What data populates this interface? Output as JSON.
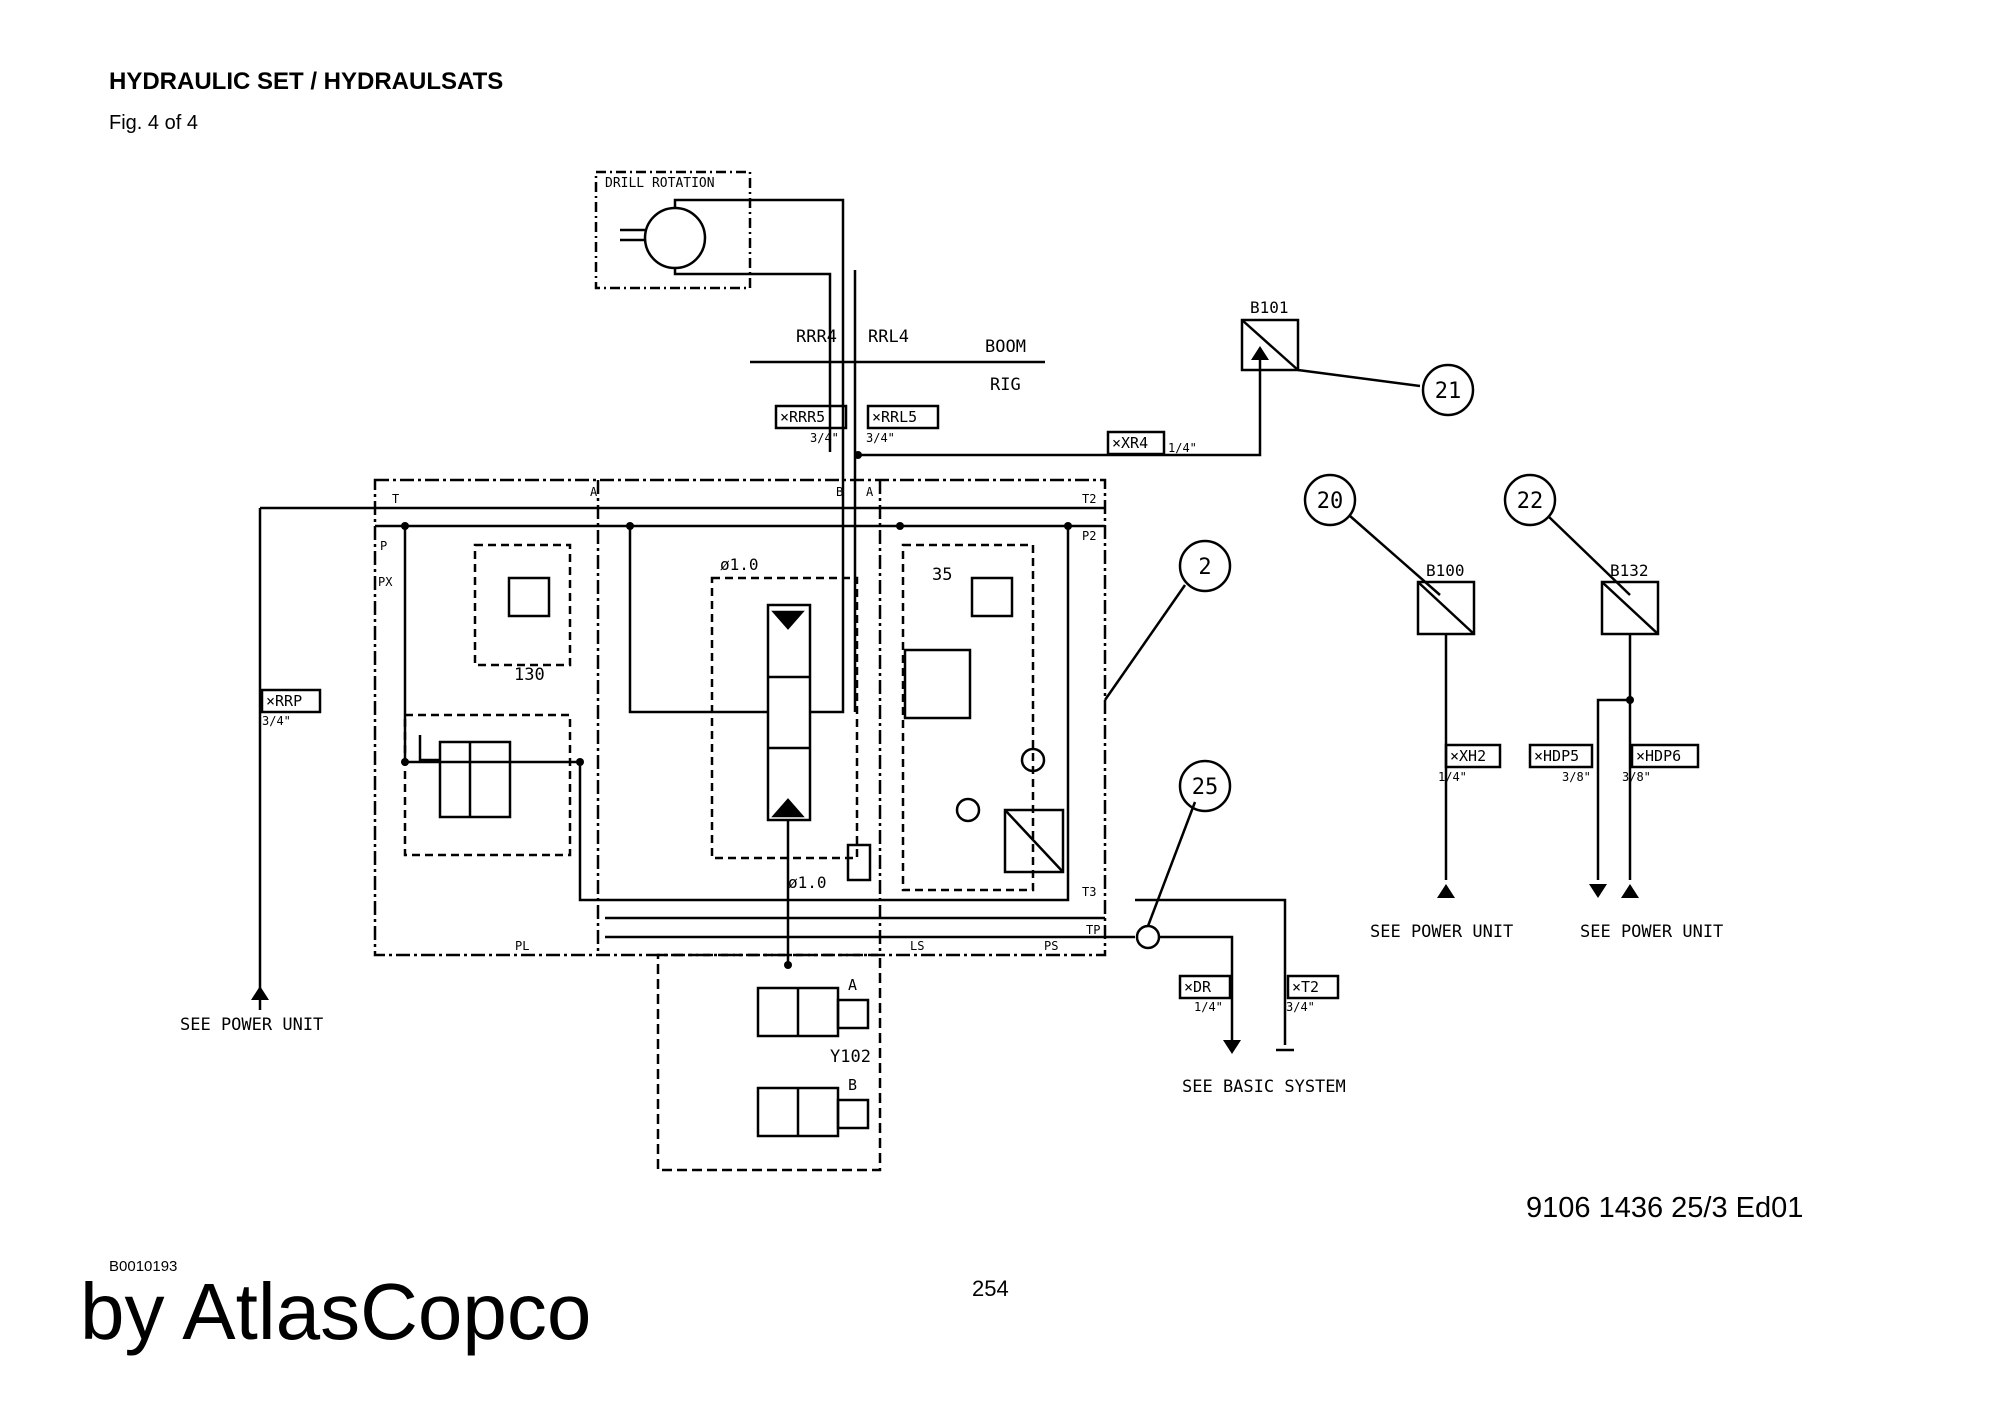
{
  "header": {
    "title": "HYDRAULIC SET / HYDRAULSATS",
    "figure": "Fig. 4 of 4"
  },
  "footer": {
    "doc_number": "9106 1436 25/3  Ed01",
    "image_code": "B0010193",
    "page_number": "254",
    "brand": "by AtlasCopco"
  },
  "diagram": {
    "drill_rotation": "DRILL ROTATION",
    "hoses": {
      "rrr4": "RRR4",
      "rrl4": "RRL4"
    },
    "zones": {
      "boom": "BOOM",
      "rig": "RIG"
    },
    "connectors": {
      "rrr5": "×RRR5",
      "rrr5_size": "3/4\"",
      "rrl5": "×RRL5",
      "rrl5_size": "3/4\"",
      "xr4": "×XR4",
      "xr4_size": "1/4\"",
      "rrp": "×RRP",
      "rrp_size": "3/4\"",
      "xh2": "×XH2",
      "xh2_size": "1/4\"",
      "hdp5": "×HDP5",
      "hdp5_size": "3/8\"",
      "hdp6": "×HDP6",
      "hdp6_size": "3/8\"",
      "dr": "×DR",
      "dr_size": "1/4\"",
      "t2": "×T2",
      "t2_size": "3/4\""
    },
    "ports": {
      "t": "T",
      "a1": "A",
      "b": "B",
      "a2": "A",
      "t2": "T2",
      "p2": "P2",
      "p": "P",
      "px": "PX",
      "t3": "T3",
      "tp": "TP",
      "pl": "PL",
      "ls": "LS",
      "ps": "PS"
    },
    "orifices": {
      "upper": "ø1.0",
      "lower": "ø1.0"
    },
    "components": {
      "c130": "130",
      "c35": "35",
      "y102": "Y102",
      "sol_a": "A",
      "sol_b": "B"
    },
    "sensors": {
      "b101": "B101",
      "b100": "B100",
      "b132": "B132"
    },
    "callouts": {
      "c2": "2",
      "c20": "20",
      "c21": "21",
      "c22": "22",
      "c25": "25"
    },
    "notes": {
      "power_unit_left": "SEE POWER UNIT",
      "power_unit_mid": "SEE POWER UNIT",
      "power_unit_right": "SEE POWER UNIT",
      "basic_system": "SEE BASIC SYSTEM"
    }
  }
}
